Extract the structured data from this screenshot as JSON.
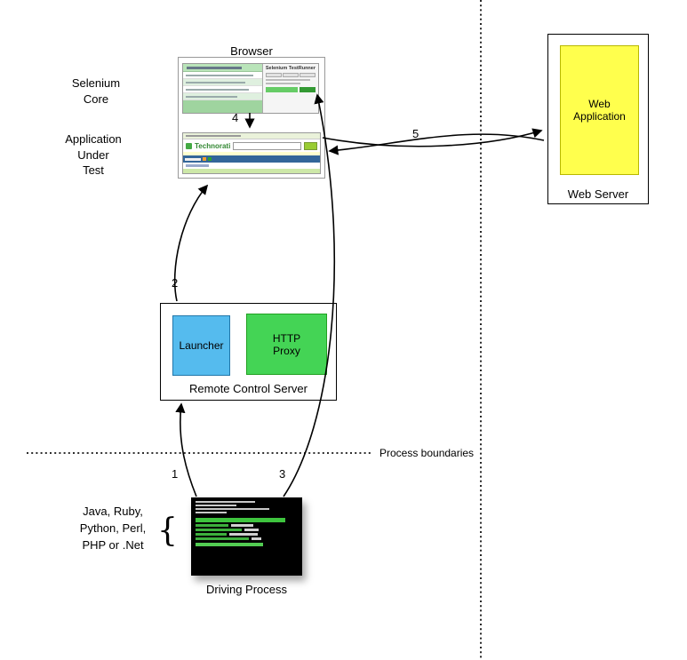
{
  "labels": {
    "browser": "Browser",
    "selenium_core": "Selenium\nCore",
    "application_under_test": "Application\nUnder\nTest",
    "web_server": "Web Server",
    "web_application": "Web\nApplication",
    "remote_control_server": "Remote Control Server",
    "launcher": "Launcher",
    "http_proxy": "HTTP\nProxy",
    "driving_process": "Driving Process",
    "languages": "Java, Ruby,\nPython, Perl,\nPHP or .Net",
    "brace": "{",
    "process_boundaries": "Process boundaries"
  },
  "arrow_numbers": {
    "n1": "1",
    "n2": "2",
    "n3": "3",
    "n4": "4",
    "n5": "5"
  },
  "screenshots": {
    "selenium_testrunner_title": "Selenium TestRunner",
    "technorati_brand": "Technorati"
  },
  "colors": {
    "web_application_fill": "#ffff4d",
    "launcher_fill": "#55bbee",
    "http_proxy_fill": "#44d455",
    "terminal_bg": "#000000"
  }
}
